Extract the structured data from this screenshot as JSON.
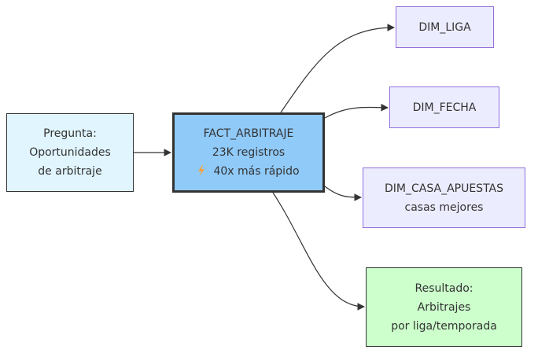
{
  "nodes": {
    "question": {
      "lines": [
        "Pregunta:",
        "Oportunidades",
        "de arbitraje"
      ]
    },
    "fact": {
      "lines": [
        "FACT_ARBITRAJE",
        "23K registros",
        "40x más rápido"
      ],
      "speed_icon": "lightning-bolt-icon"
    },
    "dim_liga": {
      "lines": [
        "DIM_LIGA"
      ]
    },
    "dim_fecha": {
      "lines": [
        "DIM_FECHA"
      ]
    },
    "dim_casa": {
      "lines": [
        "DIM_CASA_APUESTAS",
        "casas mejores"
      ]
    },
    "result": {
      "lines": [
        "Resultado:",
        "Arbitrajes",
        "por liga/temporada"
      ]
    }
  },
  "edges": [
    {
      "from": "question",
      "to": "fact"
    },
    {
      "from": "fact",
      "to": "dim_liga"
    },
    {
      "from": "fact",
      "to": "dim_fecha"
    },
    {
      "from": "fact",
      "to": "dim_casa"
    },
    {
      "from": "fact",
      "to": "result"
    }
  ],
  "colors": {
    "question_fill": "#e1f5fe",
    "fact_fill": "#90caf9",
    "dim_fill": "#ececff",
    "dim_border": "#9370db",
    "result_fill": "#ccffcc",
    "edge": "#333333"
  }
}
